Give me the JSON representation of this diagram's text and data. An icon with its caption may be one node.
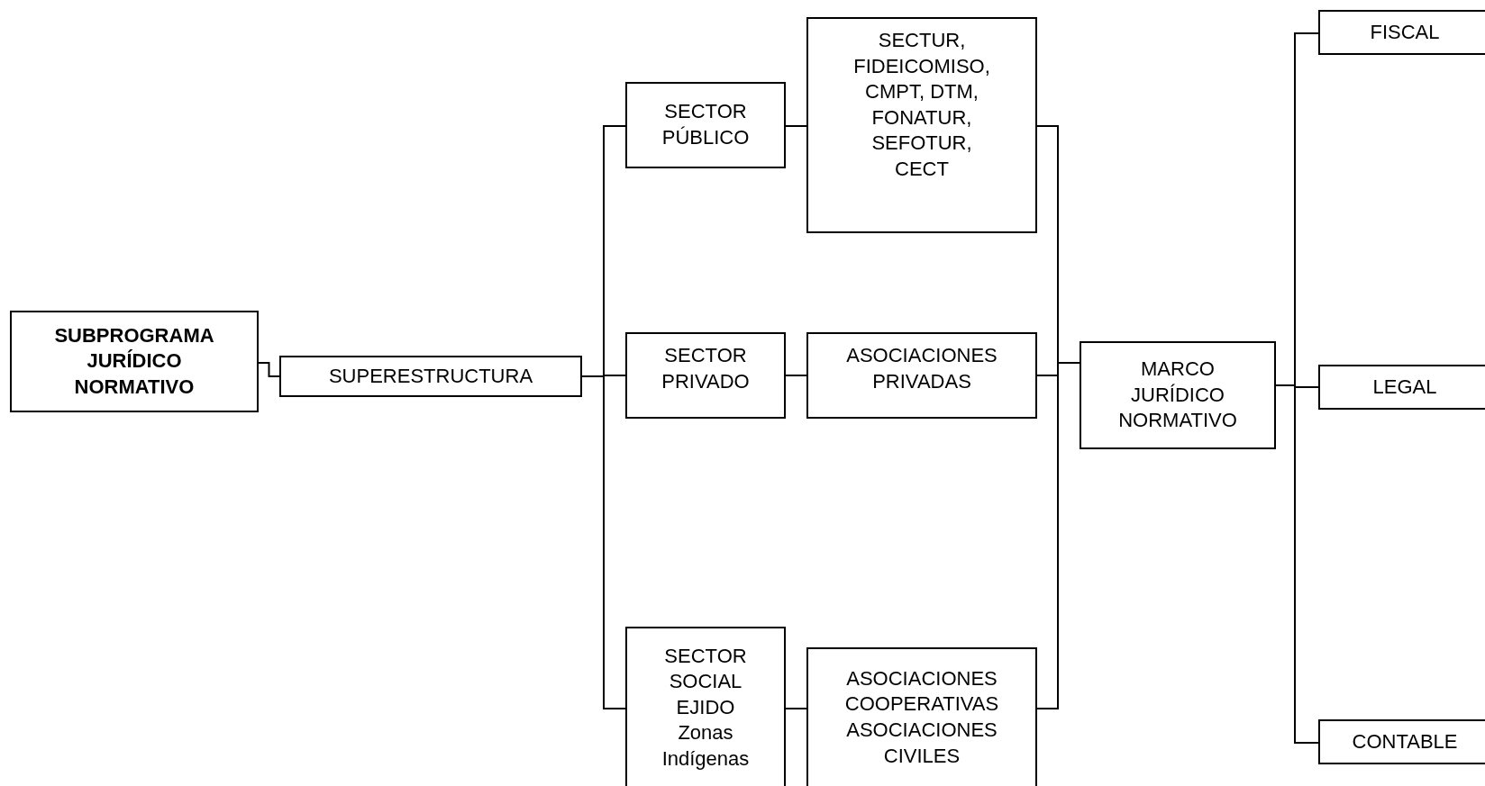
{
  "diagram": {
    "nodes": [
      {
        "text": [
          "SUBPROGRAMA JURÍDICO NORMATIVO"
        ]
      },
      {
        "text": [
          "SUPERESTRUCTURA"
        ]
      },
      {
        "text": [
          "SECTOR PÚBLICO"
        ]
      },
      {
        "text": [
          "SECTUR, FIDEICOMISO, CMPT, DTM, FONATUR, SEFOTUR, CECT"
        ]
      },
      {
        "text": [
          "SECTOR PRIVADO"
        ]
      },
      {
        "text": [
          "ASOCIACIONES PRIVADAS"
        ]
      },
      {
        "text": [
          "SECTOR SOCIAL",
          "EJIDO",
          "Zonas Indígenas"
        ]
      },
      {
        "text": [
          "ASOCIACIONES COOPERATIVAS",
          "ASOCIACIONES CIVILES"
        ]
      },
      {
        "text": [
          "MARCO JURÍDICO NORMATIVO"
        ]
      },
      {
        "text": [
          "FISCAL"
        ]
      },
      {
        "text": [
          "LEGAL"
        ]
      },
      {
        "text": [
          "CONTABLE"
        ]
      }
    ],
    "edges": [
      {
        "from": 0,
        "to": 1,
        "arrow": "none"
      },
      {
        "from": 1,
        "to": 2,
        "arrow": "none"
      },
      {
        "from": 1,
        "to": 4,
        "arrow": "none"
      },
      {
        "from": 1,
        "to": 6,
        "arrow": "none"
      },
      {
        "from": 2,
        "to": 3,
        "arrow": "none"
      },
      {
        "from": 4,
        "to": 5,
        "arrow": "none"
      },
      {
        "from": 6,
        "to": 7,
        "arrow": "none"
      },
      {
        "from": 3,
        "to": 8,
        "arrow": "none"
      },
      {
        "from": 5,
        "to": 8,
        "arrow": "none"
      },
      {
        "from": 7,
        "to": 8,
        "arrow": "none"
      },
      {
        "from": 8,
        "to": 9,
        "arrow": "none"
      },
      {
        "from": 8,
        "to": 10,
        "arrow": "none"
      },
      {
        "from": 8,
        "to": 11,
        "arrow": "none"
      }
    ]
  }
}
